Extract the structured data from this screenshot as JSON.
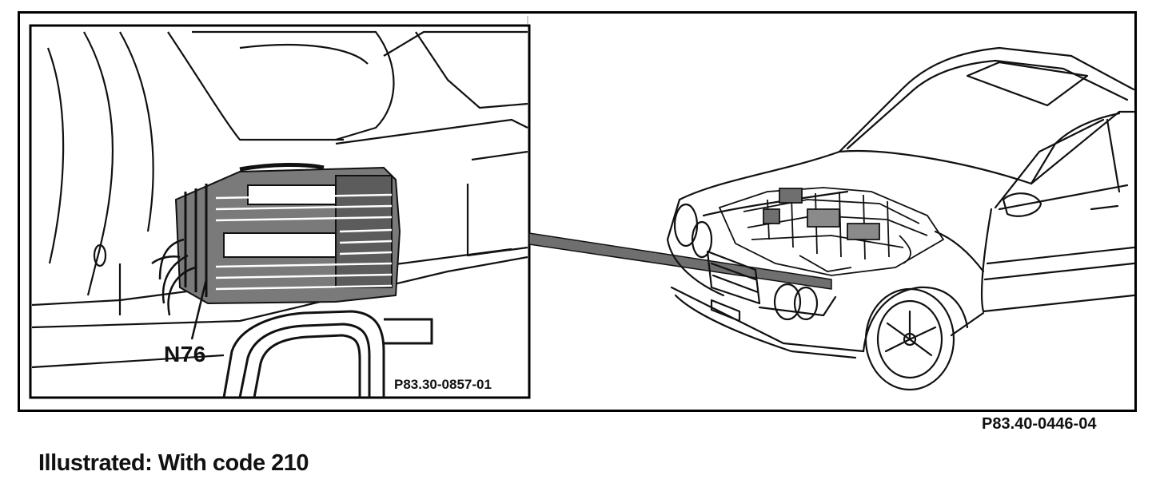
{
  "labels": {
    "component": "N76",
    "inset_figure_code": "P83.30-0857-01",
    "figure_code": "P83.40-0446-04",
    "caption": "Illustrated: With code 210"
  },
  "colors": {
    "ink": "#111111",
    "background": "#ffffff",
    "shading": "#6f6f6f"
  }
}
